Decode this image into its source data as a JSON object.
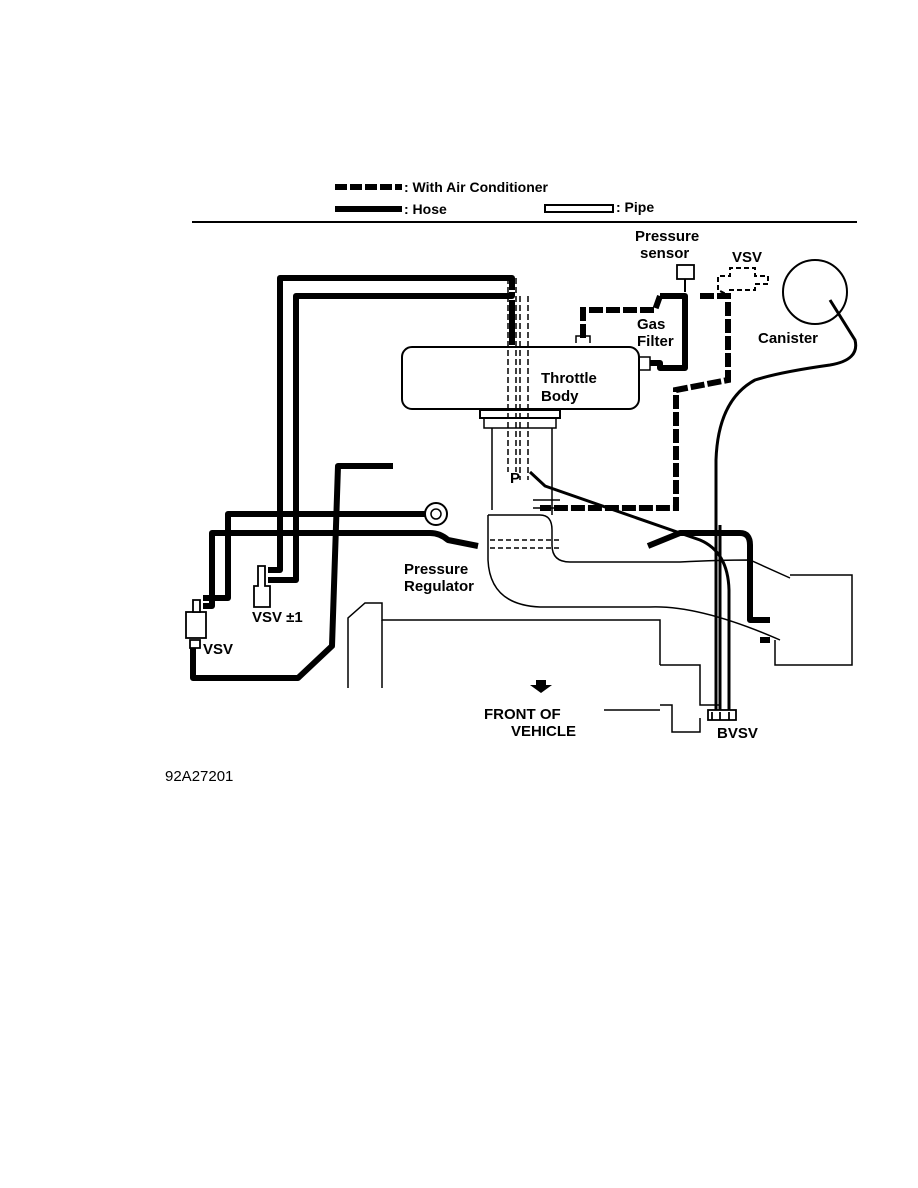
{
  "legend": {
    "ac": ": With Air Conditioner",
    "hose": ": Hose",
    "pipe": ": Pipe"
  },
  "labels": {
    "pressure_sensor_1": "Pressure",
    "pressure_sensor_2": "sensor",
    "vsv_top": "VSV",
    "canister": "Canister",
    "gas_filter_1": "Gas",
    "gas_filter_2": "Filter",
    "throttle_body_1": "Throttle",
    "throttle_body_2": "Body",
    "p_port": "P",
    "pressure_regulator_1": "Pressure",
    "pressure_regulator_2": "Regulator",
    "vsv1": "VSV ±1",
    "vsv_left": "VSV",
    "front_1": "FRONT OF",
    "front_2": "VEHICLE",
    "bvsv": "BVSV"
  },
  "figure_id": "92A27201",
  "colors": {
    "line": "#000000",
    "paper": "#ffffff"
  }
}
